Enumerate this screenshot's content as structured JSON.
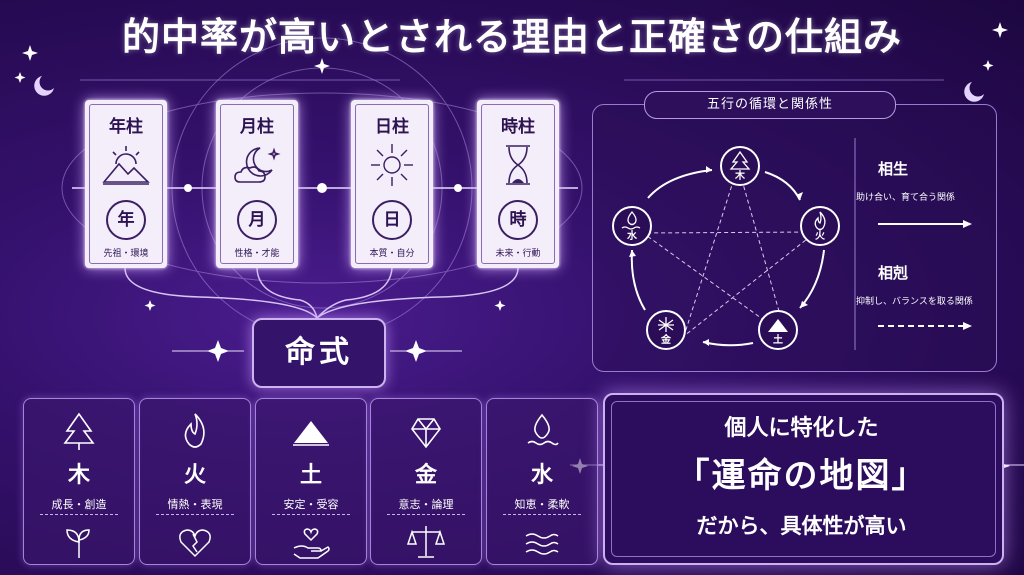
{
  "title": "的中率が高いとされる理由と正確さの仕組み",
  "pillars": [
    {
      "title": "年柱",
      "char": "年",
      "desc": "先祖・環境",
      "icon": "sun-mountain-icon"
    },
    {
      "title": "月柱",
      "char": "月",
      "desc": "性格・才能",
      "icon": "moon-cloud-icon"
    },
    {
      "title": "日柱",
      "char": "日",
      "desc": "本質・自分",
      "icon": "sunburst-icon"
    },
    {
      "title": "時柱",
      "char": "時",
      "desc": "未来・行動",
      "icon": "hourglass-icon"
    }
  ],
  "meishiki": "命式",
  "elements": [
    {
      "name": "木",
      "desc": "成長・創造",
      "icon": "tree-icon",
      "bottom_icon": "sprout-icon"
    },
    {
      "name": "火",
      "desc": "情熱・表現",
      "icon": "flame-icon",
      "bottom_icon": "heart-icon"
    },
    {
      "name": "土",
      "desc": "安定・受容",
      "icon": "mountain-icon",
      "bottom_icon": "hand-heart-icon"
    },
    {
      "name": "金",
      "desc": "意志・論理",
      "icon": "crystal-icon",
      "bottom_icon": "scales-icon"
    },
    {
      "name": "水",
      "desc": "知恵・柔軟",
      "icon": "water-drop-icon",
      "bottom_icon": "waves-icon"
    }
  ],
  "cycle": {
    "label": "五行の循環と関係性",
    "nodes": [
      "木",
      "火",
      "土",
      "金",
      "水"
    ],
    "legend": [
      {
        "title": "相生",
        "desc": "助け合い、育て合う関係",
        "style": "solid"
      },
      {
        "title": "相剋",
        "desc": "抑制し、バランスを取る関係",
        "style": "dashed"
      }
    ]
  },
  "banner": {
    "line1": "個人に特化した",
    "line2": "「運命の地図」",
    "line3": "だから、具体性が高い"
  },
  "colors": {
    "background": "#2a0c57",
    "card": "#f4eefb",
    "accent": "#cdb3ef"
  }
}
